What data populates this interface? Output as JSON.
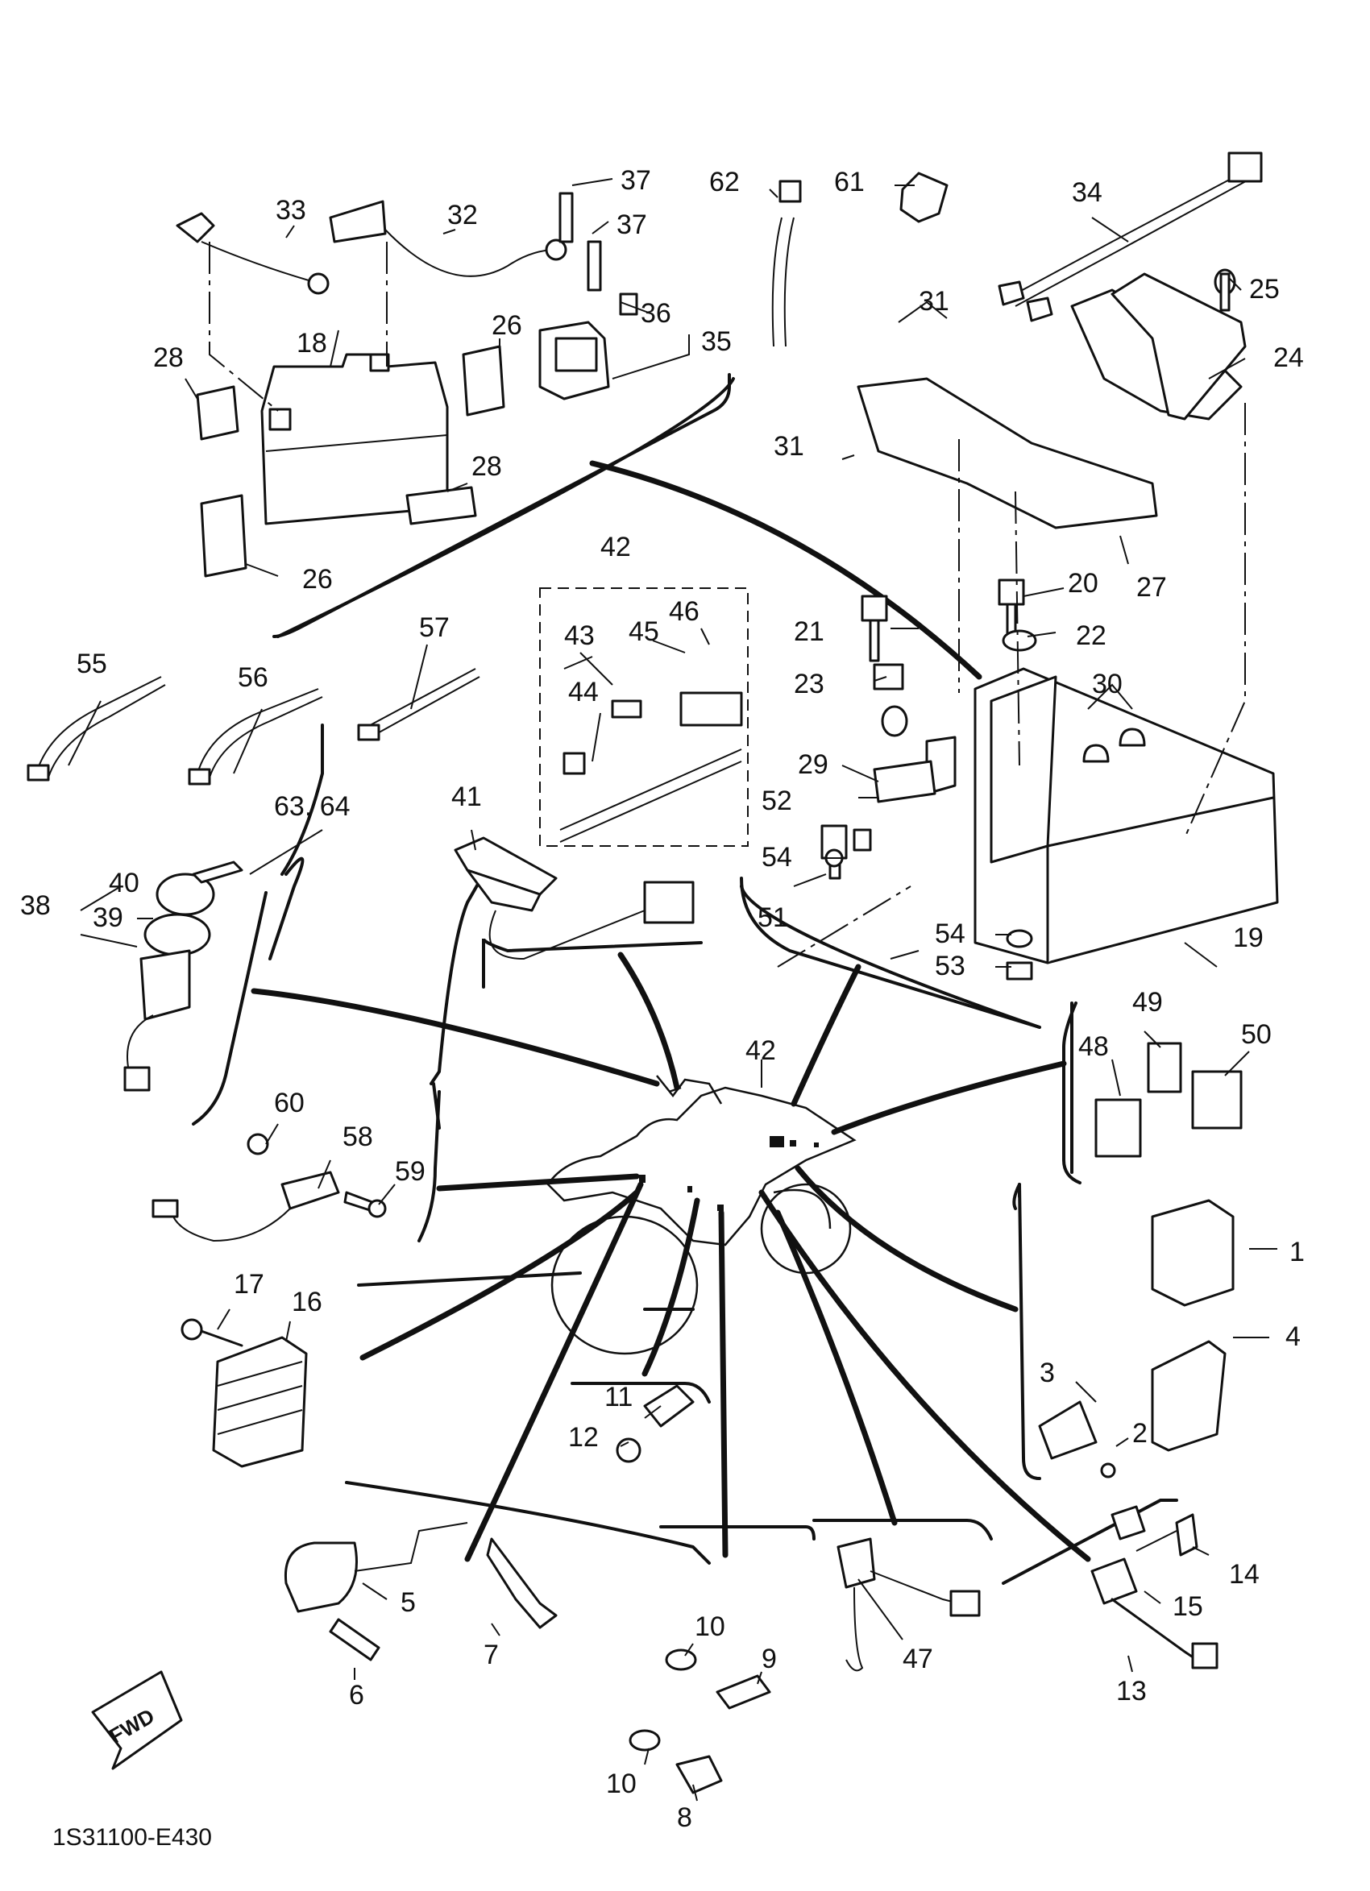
{
  "diagram": {
    "catalog_code": "1S31100-E430",
    "fwd_label": "FWD",
    "callouts": [
      {
        "id": "c1",
        "text": "1"
      },
      {
        "id": "c2",
        "text": "2"
      },
      {
        "id": "c3",
        "text": "3"
      },
      {
        "id": "c4",
        "text": "4"
      },
      {
        "id": "c5",
        "text": "5"
      },
      {
        "id": "c6",
        "text": "6"
      },
      {
        "id": "c7",
        "text": "7"
      },
      {
        "id": "c8",
        "text": "8"
      },
      {
        "id": "c9",
        "text": "9"
      },
      {
        "id": "c10a",
        "text": "10"
      },
      {
        "id": "c10b",
        "text": "10"
      },
      {
        "id": "c11",
        "text": "11"
      },
      {
        "id": "c12",
        "text": "12"
      },
      {
        "id": "c13",
        "text": "13"
      },
      {
        "id": "c14",
        "text": "14"
      },
      {
        "id": "c15",
        "text": "15"
      },
      {
        "id": "c16",
        "text": "16"
      },
      {
        "id": "c17",
        "text": "17"
      },
      {
        "id": "c18",
        "text": "18"
      },
      {
        "id": "c19",
        "text": "19"
      },
      {
        "id": "c20",
        "text": "20"
      },
      {
        "id": "c21",
        "text": "21"
      },
      {
        "id": "c22",
        "text": "22"
      },
      {
        "id": "c23",
        "text": "23"
      },
      {
        "id": "c24",
        "text": "24"
      },
      {
        "id": "c25",
        "text": "25"
      },
      {
        "id": "c26a",
        "text": "26"
      },
      {
        "id": "c26b",
        "text": "26"
      },
      {
        "id": "c27",
        "text": "27"
      },
      {
        "id": "c28a",
        "text": "28"
      },
      {
        "id": "c28b",
        "text": "28"
      },
      {
        "id": "c29",
        "text": "29"
      },
      {
        "id": "c30",
        "text": "30"
      },
      {
        "id": "c31a",
        "text": "31"
      },
      {
        "id": "c31b",
        "text": "31"
      },
      {
        "id": "c32",
        "text": "32"
      },
      {
        "id": "c33",
        "text": "33"
      },
      {
        "id": "c34",
        "text": "34"
      },
      {
        "id": "c35",
        "text": "35"
      },
      {
        "id": "c36",
        "text": "36"
      },
      {
        "id": "c37a",
        "text": "37"
      },
      {
        "id": "c37b",
        "text": "37"
      },
      {
        "id": "c38",
        "text": "38"
      },
      {
        "id": "c39",
        "text": "39"
      },
      {
        "id": "c40",
        "text": "40"
      },
      {
        "id": "c41",
        "text": "41"
      },
      {
        "id": "c42a",
        "text": "42"
      },
      {
        "id": "c42b",
        "text": "42"
      },
      {
        "id": "c43",
        "text": "43"
      },
      {
        "id": "c44",
        "text": "44"
      },
      {
        "id": "c45",
        "text": "45"
      },
      {
        "id": "c46",
        "text": "46"
      },
      {
        "id": "c47",
        "text": "47"
      },
      {
        "id": "c48",
        "text": "48"
      },
      {
        "id": "c49",
        "text": "49"
      },
      {
        "id": "c50",
        "text": "50"
      },
      {
        "id": "c51",
        "text": "51"
      },
      {
        "id": "c52",
        "text": "52"
      },
      {
        "id": "c53",
        "text": "53"
      },
      {
        "id": "c54a",
        "text": "54"
      },
      {
        "id": "c54b",
        "text": "54"
      },
      {
        "id": "c55",
        "text": "55"
      },
      {
        "id": "c56",
        "text": "56"
      },
      {
        "id": "c57",
        "text": "57"
      },
      {
        "id": "c58",
        "text": "58"
      },
      {
        "id": "c59",
        "text": "59"
      },
      {
        "id": "c60",
        "text": "60"
      },
      {
        "id": "c61",
        "text": "61"
      },
      {
        "id": "c62",
        "text": "62"
      },
      {
        "id": "c6364",
        "text": "63, 64"
      }
    ]
  }
}
